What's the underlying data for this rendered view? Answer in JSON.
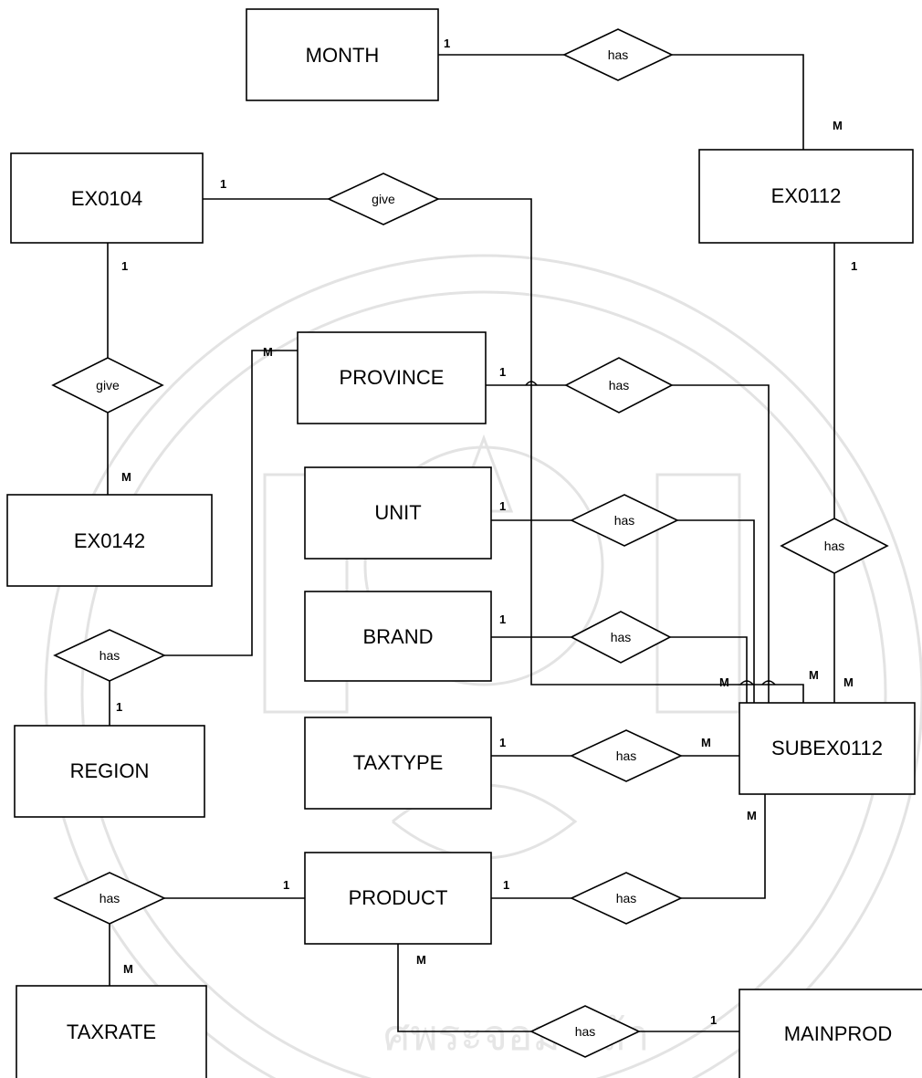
{
  "entities": {
    "month": "MONTH",
    "ex0104": "EX0104",
    "ex0112": "EX0112",
    "province": "PROVINCE",
    "unit": "UNIT",
    "ex0142": "EX0142",
    "brand": "BRAND",
    "region": "REGION",
    "taxtype": "TAXTYPE",
    "subex0112": "SUBEX0112",
    "product": "PRODUCT",
    "taxrate": "TAXRATE",
    "mainprod": "MAINPROD"
  },
  "relationships": {
    "month_ex0112": "has",
    "ex0104_ex0112_give": "give",
    "ex0104_ex0142_give": "give",
    "province_sub": "has",
    "unit_sub": "has",
    "ex0112_sub": "has",
    "brand_sub": "has",
    "region_province": "has",
    "taxtype_sub": "has",
    "taxrate_product": "has",
    "product_sub": "has",
    "product_mainprod": "has"
  },
  "cardinalities": {
    "month_one": "1",
    "ex0112_from_month": "M",
    "ex0104_give_one": "1",
    "ex0104_down_one": "1",
    "ex0142_m": "M",
    "ex0112_down_one": "1",
    "province_m": "M",
    "province_one": "1",
    "unit_one": "1",
    "brand_one": "1",
    "sub_m_1": "M",
    "sub_m_2": "M",
    "sub_m_3": "M",
    "region_one": "1",
    "taxtype_one": "1",
    "sub_m_taxtype": "M",
    "sub_m_product": "M",
    "product_one_left": "1",
    "product_one_right": "1",
    "taxrate_m": "M",
    "product_m_down": "M",
    "mainprod_one": "1"
  },
  "watermark": {
    "bottom_text": "ศพระจอมเกล้า"
  }
}
